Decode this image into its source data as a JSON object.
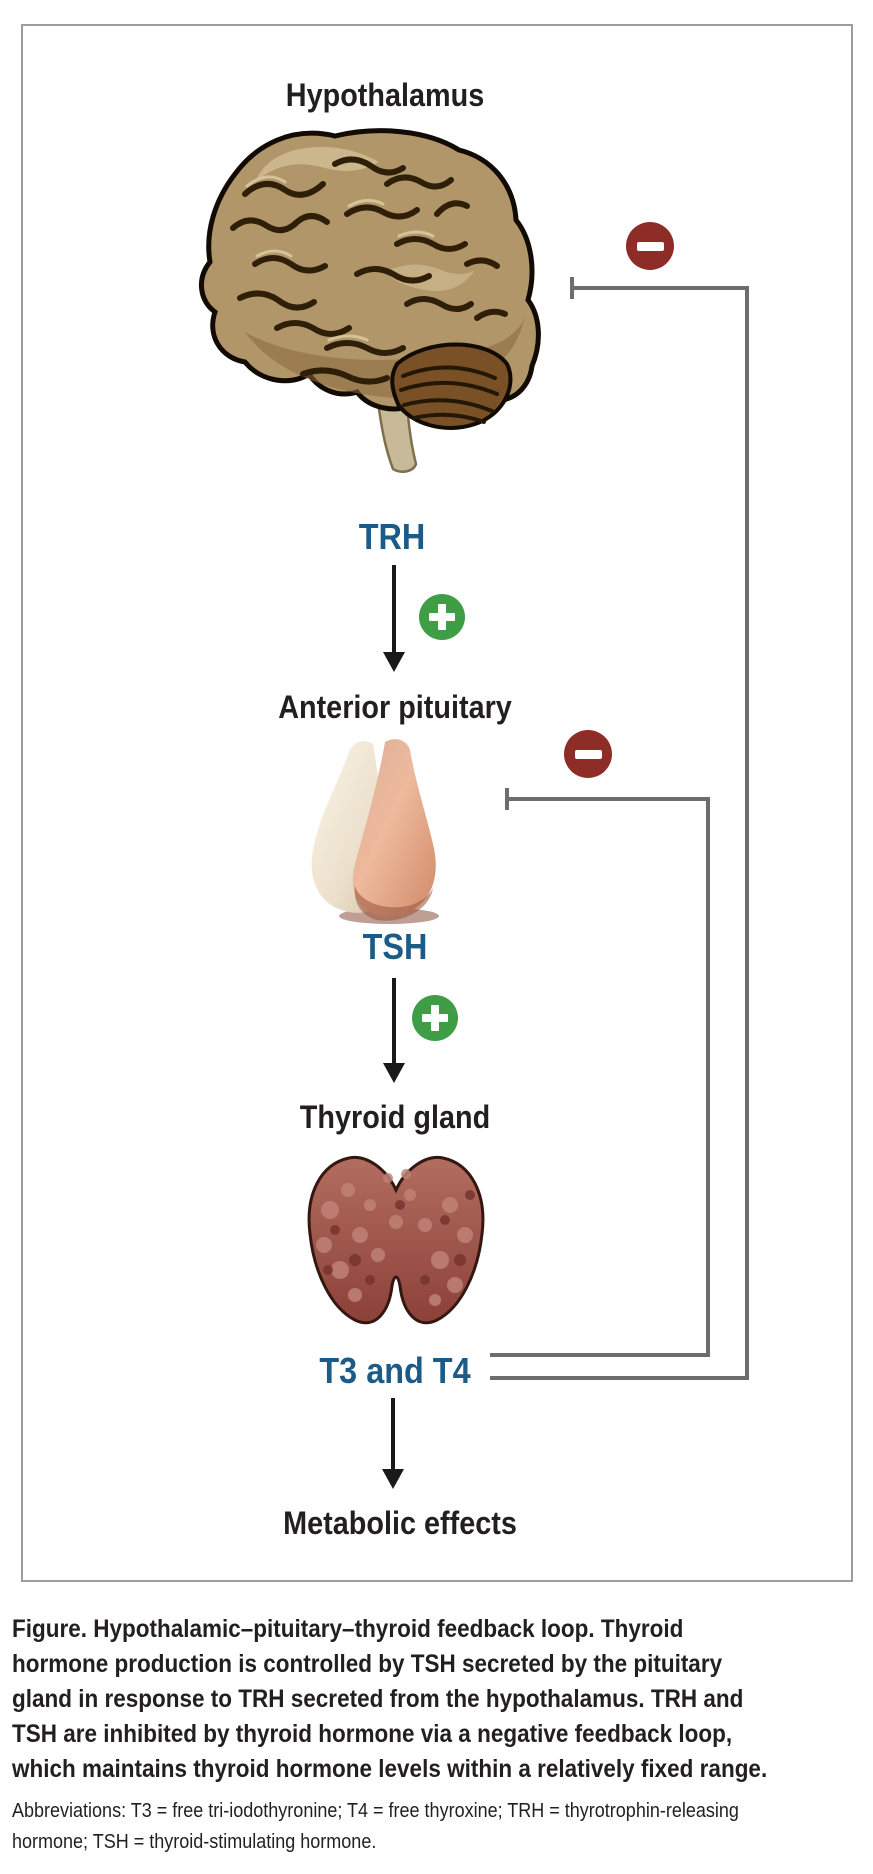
{
  "figure": {
    "labels": {
      "hypothalamus": "Hypothalamus",
      "trh": "TRH",
      "anterior_pituitary": "Anterior pituitary",
      "tsh": "TSH",
      "thyroid_gland": "Thyroid gland",
      "t3_t4": "T3 and T4",
      "metabolic_effects": "Metabolic effects"
    },
    "icons": {
      "negative_feedback": "minus-circle",
      "positive_feedback": "plus-circle",
      "hypothalamus_illustration": "brain",
      "anterior_pituitary_illustration": "pituitary-gland",
      "thyroid_illustration": "thyroid-gland",
      "flow_arrow": "down-arrow",
      "inhibition_end": "t-bar"
    },
    "colors": {
      "hormone_label_blue": "#1c5b87",
      "negative_red": "#8e2c27",
      "positive_green": "#3f9d46",
      "feedback_line_gray": "#6d6d6d",
      "text_black": "#231f20",
      "box_border_gray": "#9d9d9d"
    }
  },
  "caption": {
    "lines": [
      "Figure. Hypothalamic–pituitary–thyroid feedback loop. Thyroid",
      "hormone production is controlled by TSH secreted by the pituitary",
      "gland in response to TRH secreted from the hypothalamus. TRH and",
      "TSH are inhibited by thyroid hormone via a negative feedback loop,",
      "which maintains thyroid hormone levels within a relatively fixed range."
    ]
  },
  "abbreviations": {
    "lines": [
      "Abbreviations: T3 = free tri-iodothyronine; T4 = free thyroxine; TRH = thyrotrophin-releasing",
      "hormone; TSH = thyroid-stimulating hormone."
    ]
  }
}
